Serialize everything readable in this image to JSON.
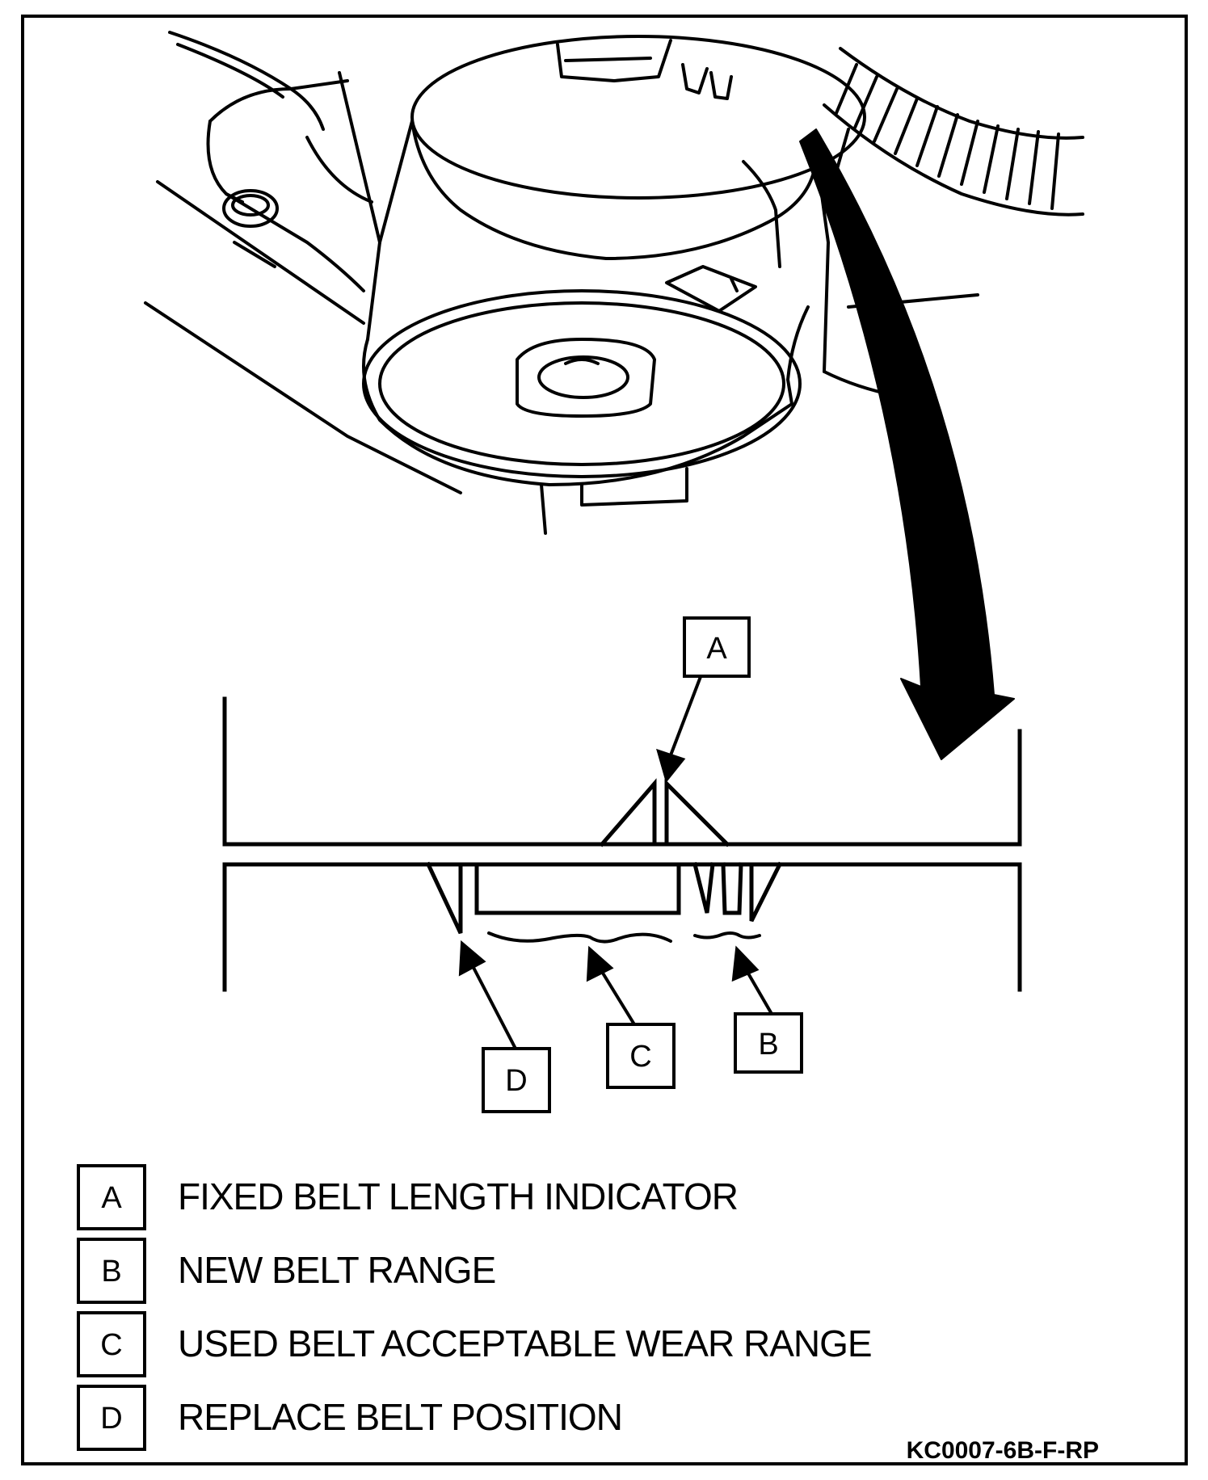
{
  "callouts": {
    "a": "A",
    "b": "B",
    "c": "C",
    "d": "D"
  },
  "legend": [
    {
      "key": "A",
      "text": "FIXED BELT LENGTH INDICATOR"
    },
    {
      "key": "B",
      "text": "NEW BELT RANGE"
    },
    {
      "key": "C",
      "text": "USED BELT ACCEPTABLE WEAR RANGE"
    },
    {
      "key": "D",
      "text": "REPLACE BELT POSITION"
    }
  ],
  "figure_code": "KC0007-6B-F-RP"
}
